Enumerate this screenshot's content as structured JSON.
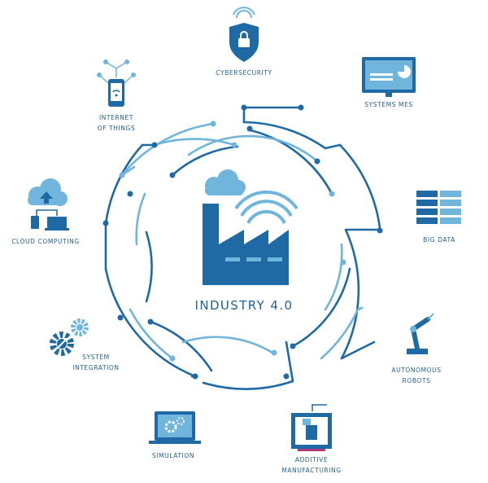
{
  "center": {
    "title": "INDUSTRY 4.0"
  },
  "colors": {
    "dark": "#1f6aa5",
    "light": "#6fb5dc",
    "label": "#1f5f94"
  },
  "nodes": {
    "cybersecurity": {
      "label": "CYBERSECURITY",
      "icon": "shield-lock-icon"
    },
    "systems_mes": {
      "label": "SYSTEMS MES",
      "icon": "monitor-chart-icon"
    },
    "big_data": {
      "label": "BIG DATA",
      "icon": "database-rack-icon"
    },
    "autonomous_robots": {
      "line1": "AUTONOMOUS",
      "line2": "ROBOTS",
      "icon": "robot-arm-icon"
    },
    "additive_manufacturing": {
      "line1": "ADDITIVE",
      "line2": "MANUFACTURING",
      "icon": "3d-printer-icon"
    },
    "simulation": {
      "label": "SIMULATION",
      "icon": "laptop-gears-icon"
    },
    "system_integration": {
      "line1": "SYSTEM",
      "line2": "INTEGRATION",
      "icon": "gears-icon"
    },
    "cloud_computing": {
      "label": "CLOUD COMPUTING",
      "icon": "cloud-devices-icon"
    },
    "internet_of_things": {
      "line1": "INTERNET",
      "line2": "OF THINGS",
      "icon": "smartphone-network-icon"
    }
  }
}
